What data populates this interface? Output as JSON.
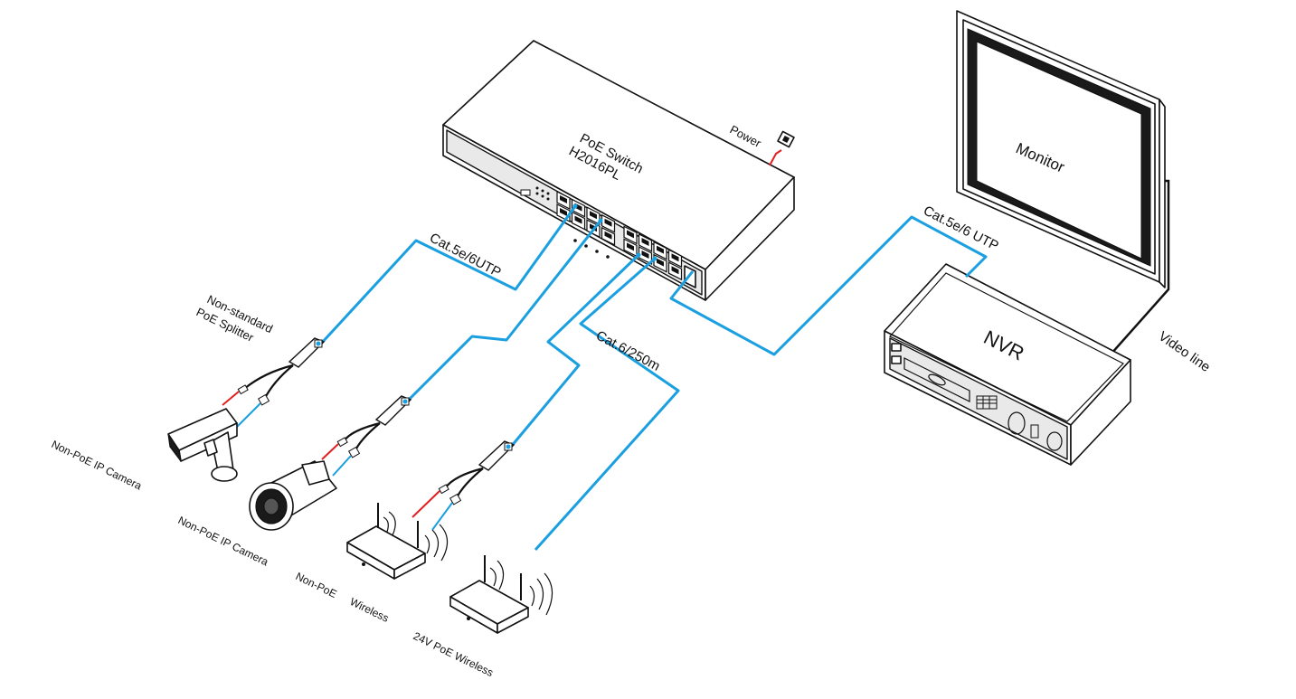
{
  "devices": {
    "switch_name": "PoE Switch",
    "switch_model": "H2016PL",
    "power": "Power",
    "monitor": "Monitor",
    "nvr": "NVR"
  },
  "cables": {
    "uplink_to_nvr": "Cat.5e/6 UTP",
    "to_splitter_1": "Cat.5e/6UTP",
    "long_run": "Cat.6/250m",
    "video": "Video line"
  },
  "splitter": {
    "line1": "Non-standard",
    "line2": "PoE Splitter"
  },
  "endpoints": {
    "camera_1": "Non-PoE IP Camera",
    "camera_2": "Non-PoE IP Camera",
    "wireless_1_a": "Non-PoE",
    "wireless_1_b": "Wireless",
    "wireless_2": "24V PoE Wireless"
  },
  "colors": {
    "network_cable": "#1a9fe0",
    "power_cable": "#e02020",
    "outline": "#111111"
  }
}
